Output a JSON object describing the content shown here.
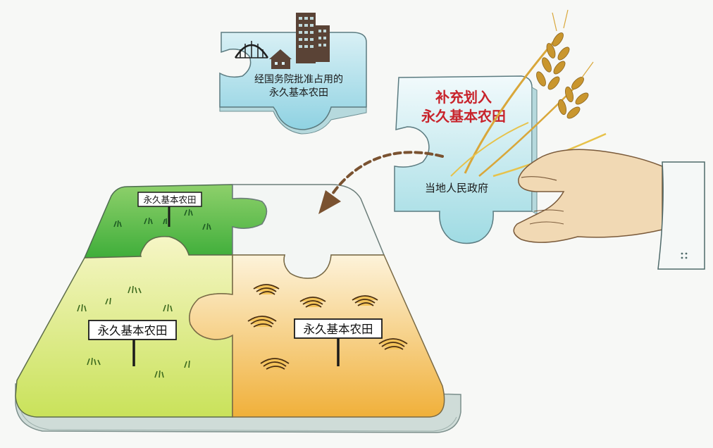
{
  "occupied_piece": {
    "line1": "经国务院批准占用的",
    "line2": "永久基本农田"
  },
  "supplement_piece": {
    "title_line1": "补充划入",
    "title_line2": "永久基本农田",
    "government_label": "当地人民政府"
  },
  "board": {
    "top_sign": "永久基本农田",
    "left_sign": "永久基本农田",
    "right_sign": "永久基本农田"
  },
  "colors": {
    "background": "#f7f8f6",
    "piece_blue": "#9fd8e6",
    "green_dark": "#3fae3a",
    "green_light": "#dcec7a",
    "orange": "#f2b94a",
    "accent_red": "#c8232b",
    "arrow_brown": "#7a5230",
    "hand": "#f1d9b4"
  },
  "icons": [
    "city-buildings-icon",
    "wheat-icon",
    "hand-icon",
    "grass-tuft-icon",
    "hay-pile-icon"
  ]
}
